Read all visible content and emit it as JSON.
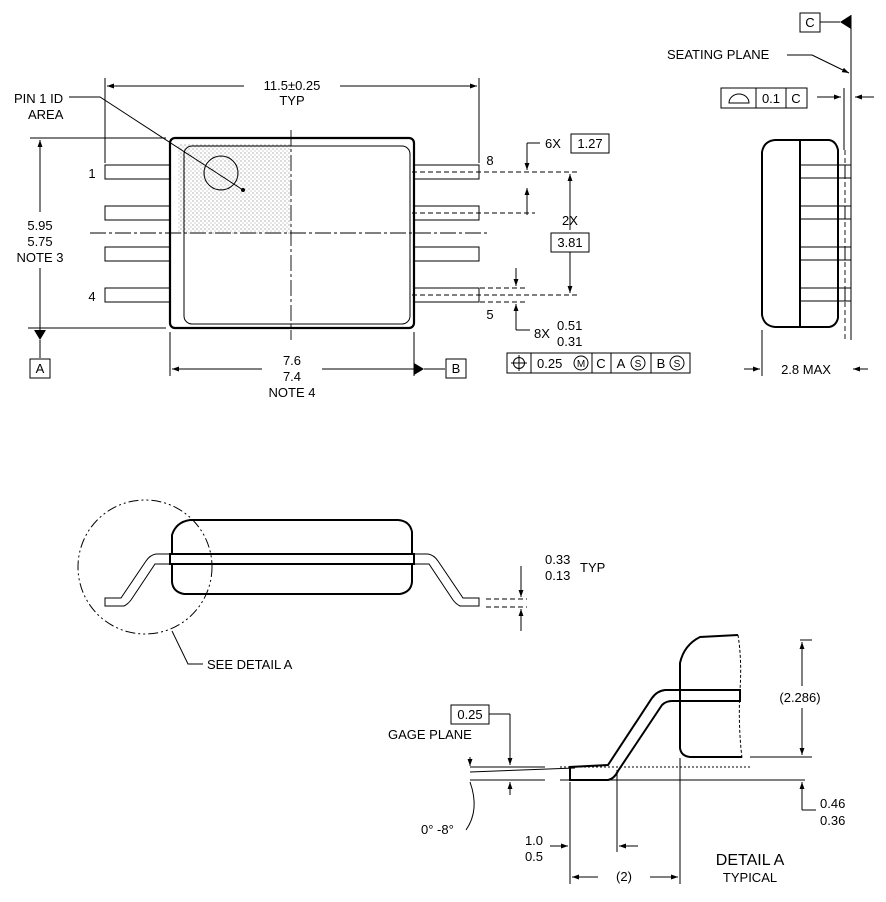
{
  "dims": {
    "overall_length": "11.5±0.25",
    "overall_length_sub": "TYP",
    "pin1_line1": "PIN 1 ID",
    "pin1_line2": "AREA",
    "height_top": "5.95",
    "height_bottom": "5.75",
    "height_note": "NOTE 3",
    "body_width_top": "7.6",
    "body_width_bottom": "7.4",
    "body_width_note": "NOTE 4",
    "pitch_count": "6X",
    "pitch_value": "1.27",
    "span_count": "2X",
    "span_value": "3.81",
    "lead_width_count": "8X",
    "lead_width_top": "0.51",
    "lead_width_bottom": "0.31",
    "max_height": "2.8 MAX",
    "lead_thickness_top": "0.33",
    "lead_thickness_bottom": "0.13",
    "lead_thickness_sub": "TYP",
    "see_detail": "SEE DETAIL A",
    "gage_value": "0.25",
    "gage_label": "GAGE PLANE",
    "angle": "0° -8°",
    "standoff_top": "0.46",
    "standoff_bottom": "0.36",
    "foot_top": "1.0",
    "foot_bottom": "0.5",
    "ref_length": "(2)",
    "ref_height": "(2.286)",
    "detail_title": "DETAIL A",
    "detail_sub": "TYPICAL"
  },
  "pins": {
    "p1": "1",
    "p4": "4",
    "p5": "5",
    "p8": "8"
  },
  "datums": {
    "a": "A",
    "b": "B",
    "c": "C",
    "seating_plane": "SEATING PLANE"
  },
  "tolerances": {
    "flatness_value": "0.1",
    "flatness_datum": "C",
    "position_value": "0.25",
    "position_mod": "M",
    "position_ref1": "C",
    "position_ref2": "A",
    "position_ref2_mod": "S",
    "position_ref3": "B",
    "position_ref3_mod": "S"
  }
}
